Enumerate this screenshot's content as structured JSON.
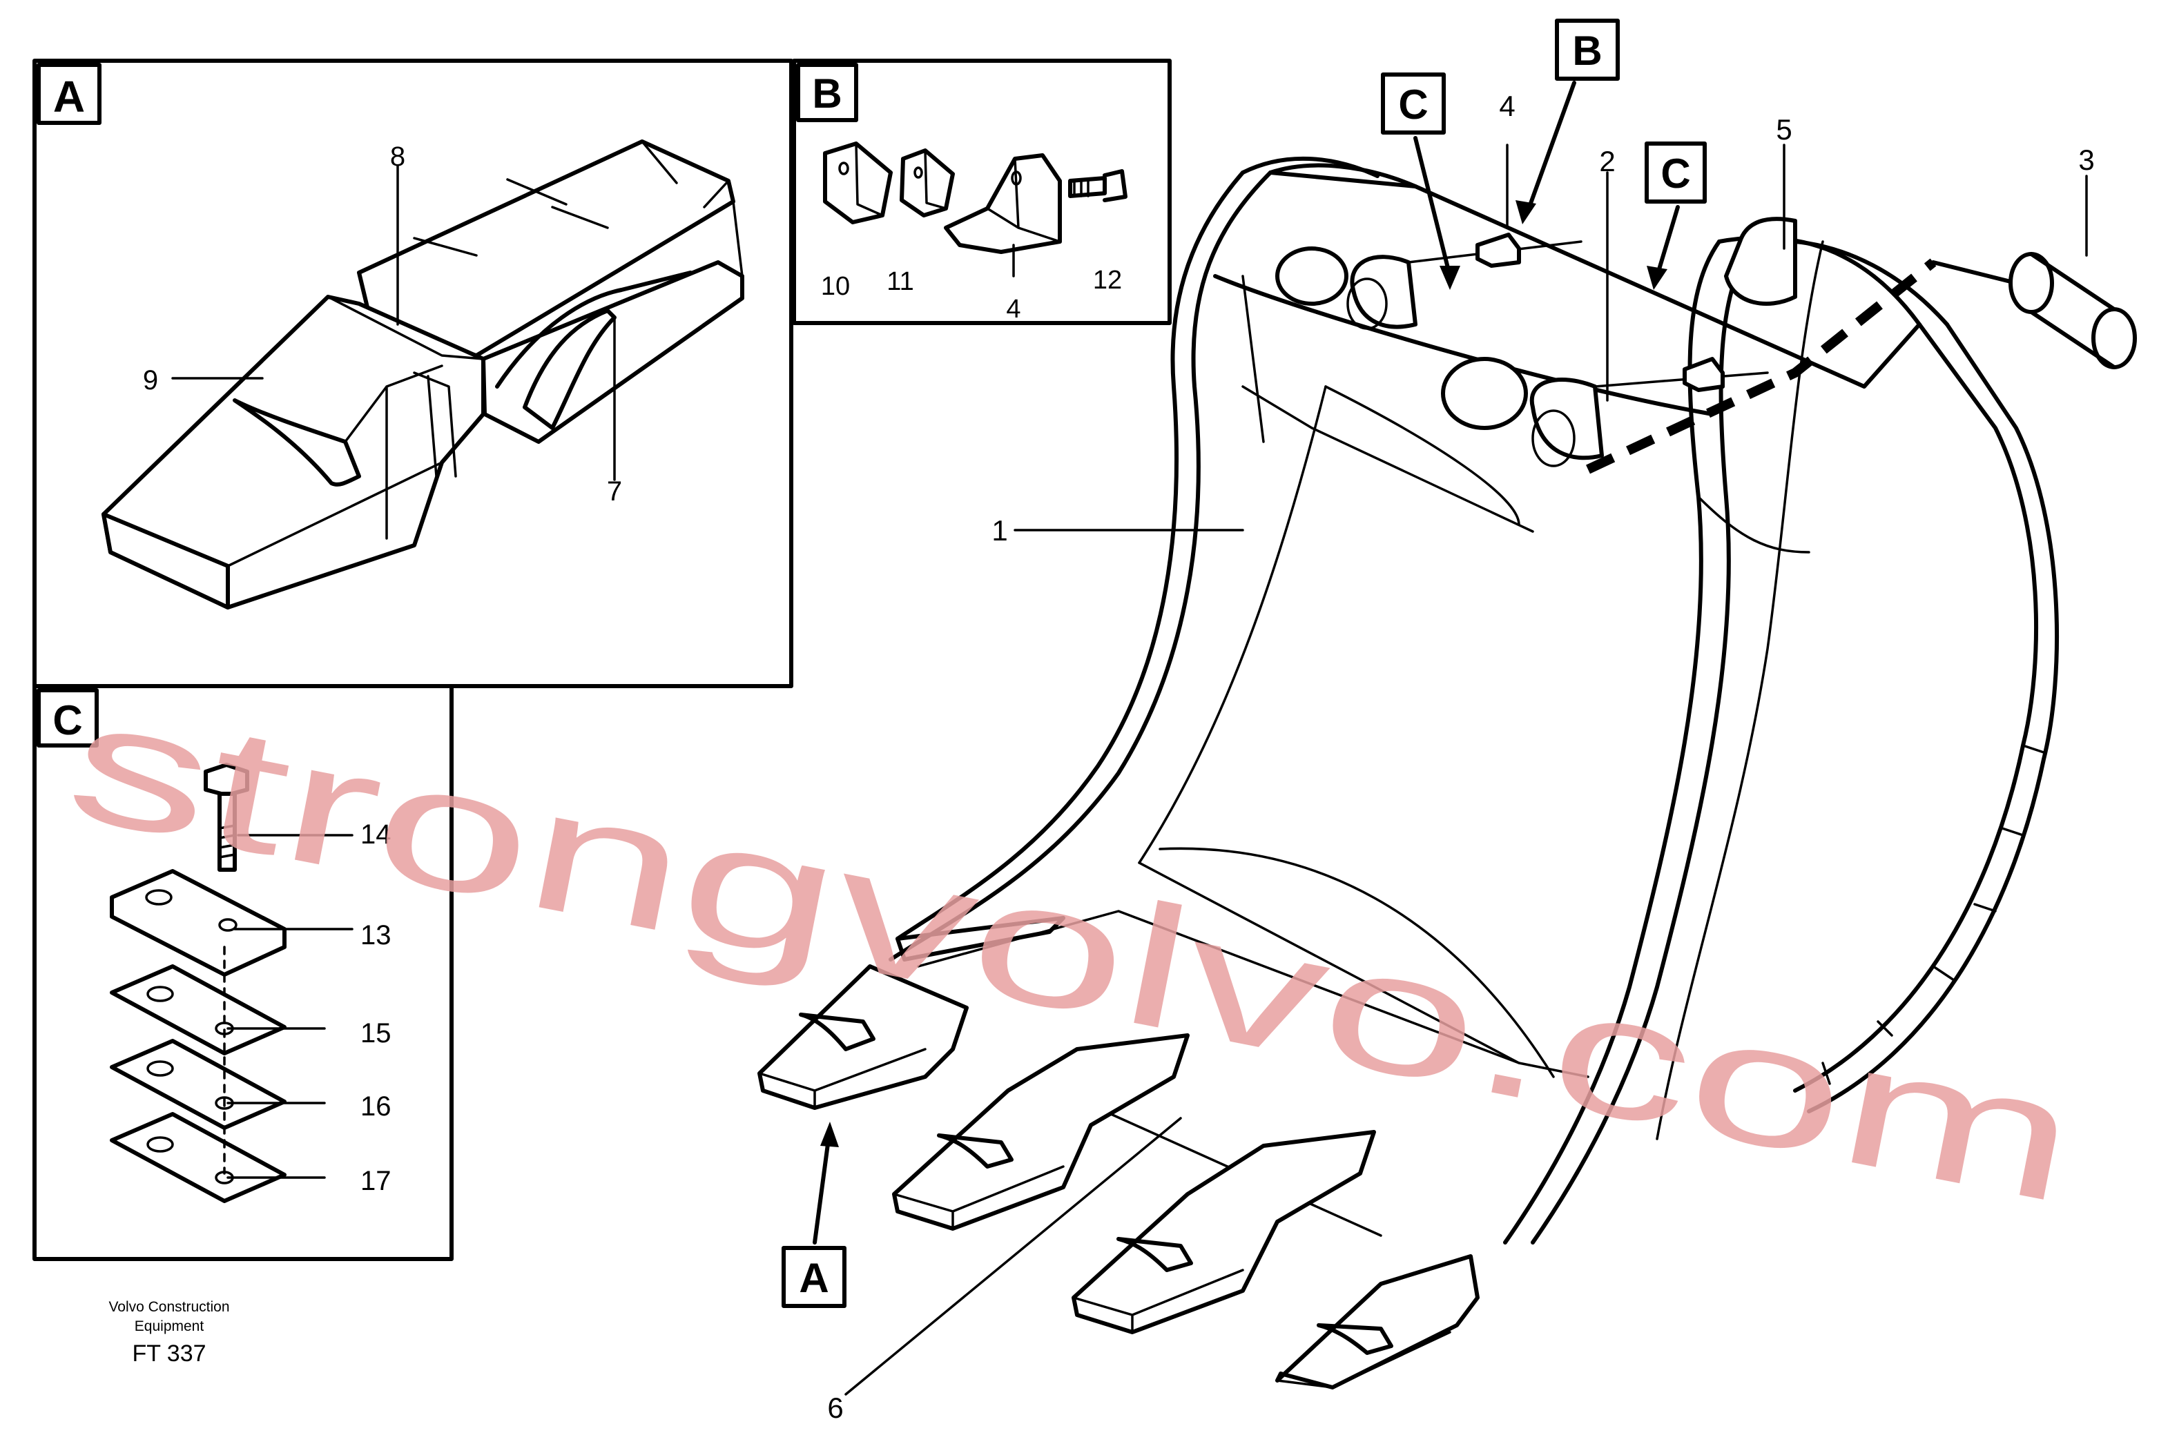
{
  "detail_labels": {
    "a": "A",
    "b": "B",
    "c": "C"
  },
  "callout_labels": {
    "a": "A",
    "b": "B",
    "c": "C"
  },
  "part_numbers": {
    "p1": "1",
    "p2": "2",
    "p3": "3",
    "p4a": "4",
    "p4b": "4",
    "p5": "5",
    "p6": "6",
    "p7": "7",
    "p8": "8",
    "p9": "9",
    "p10": "10",
    "p11": "11",
    "p12": "12",
    "p13": "13",
    "p14": "14",
    "p15": "15",
    "p16": "16",
    "p17": "17"
  },
  "footer": {
    "line1": "Volvo Construction",
    "line2": "Equipment",
    "code": "FT 337"
  },
  "watermark": "strongvolvo.com",
  "colors": {
    "ink": "#000000",
    "watermark": "#e8a0a0",
    "paper": "#ffffff"
  }
}
